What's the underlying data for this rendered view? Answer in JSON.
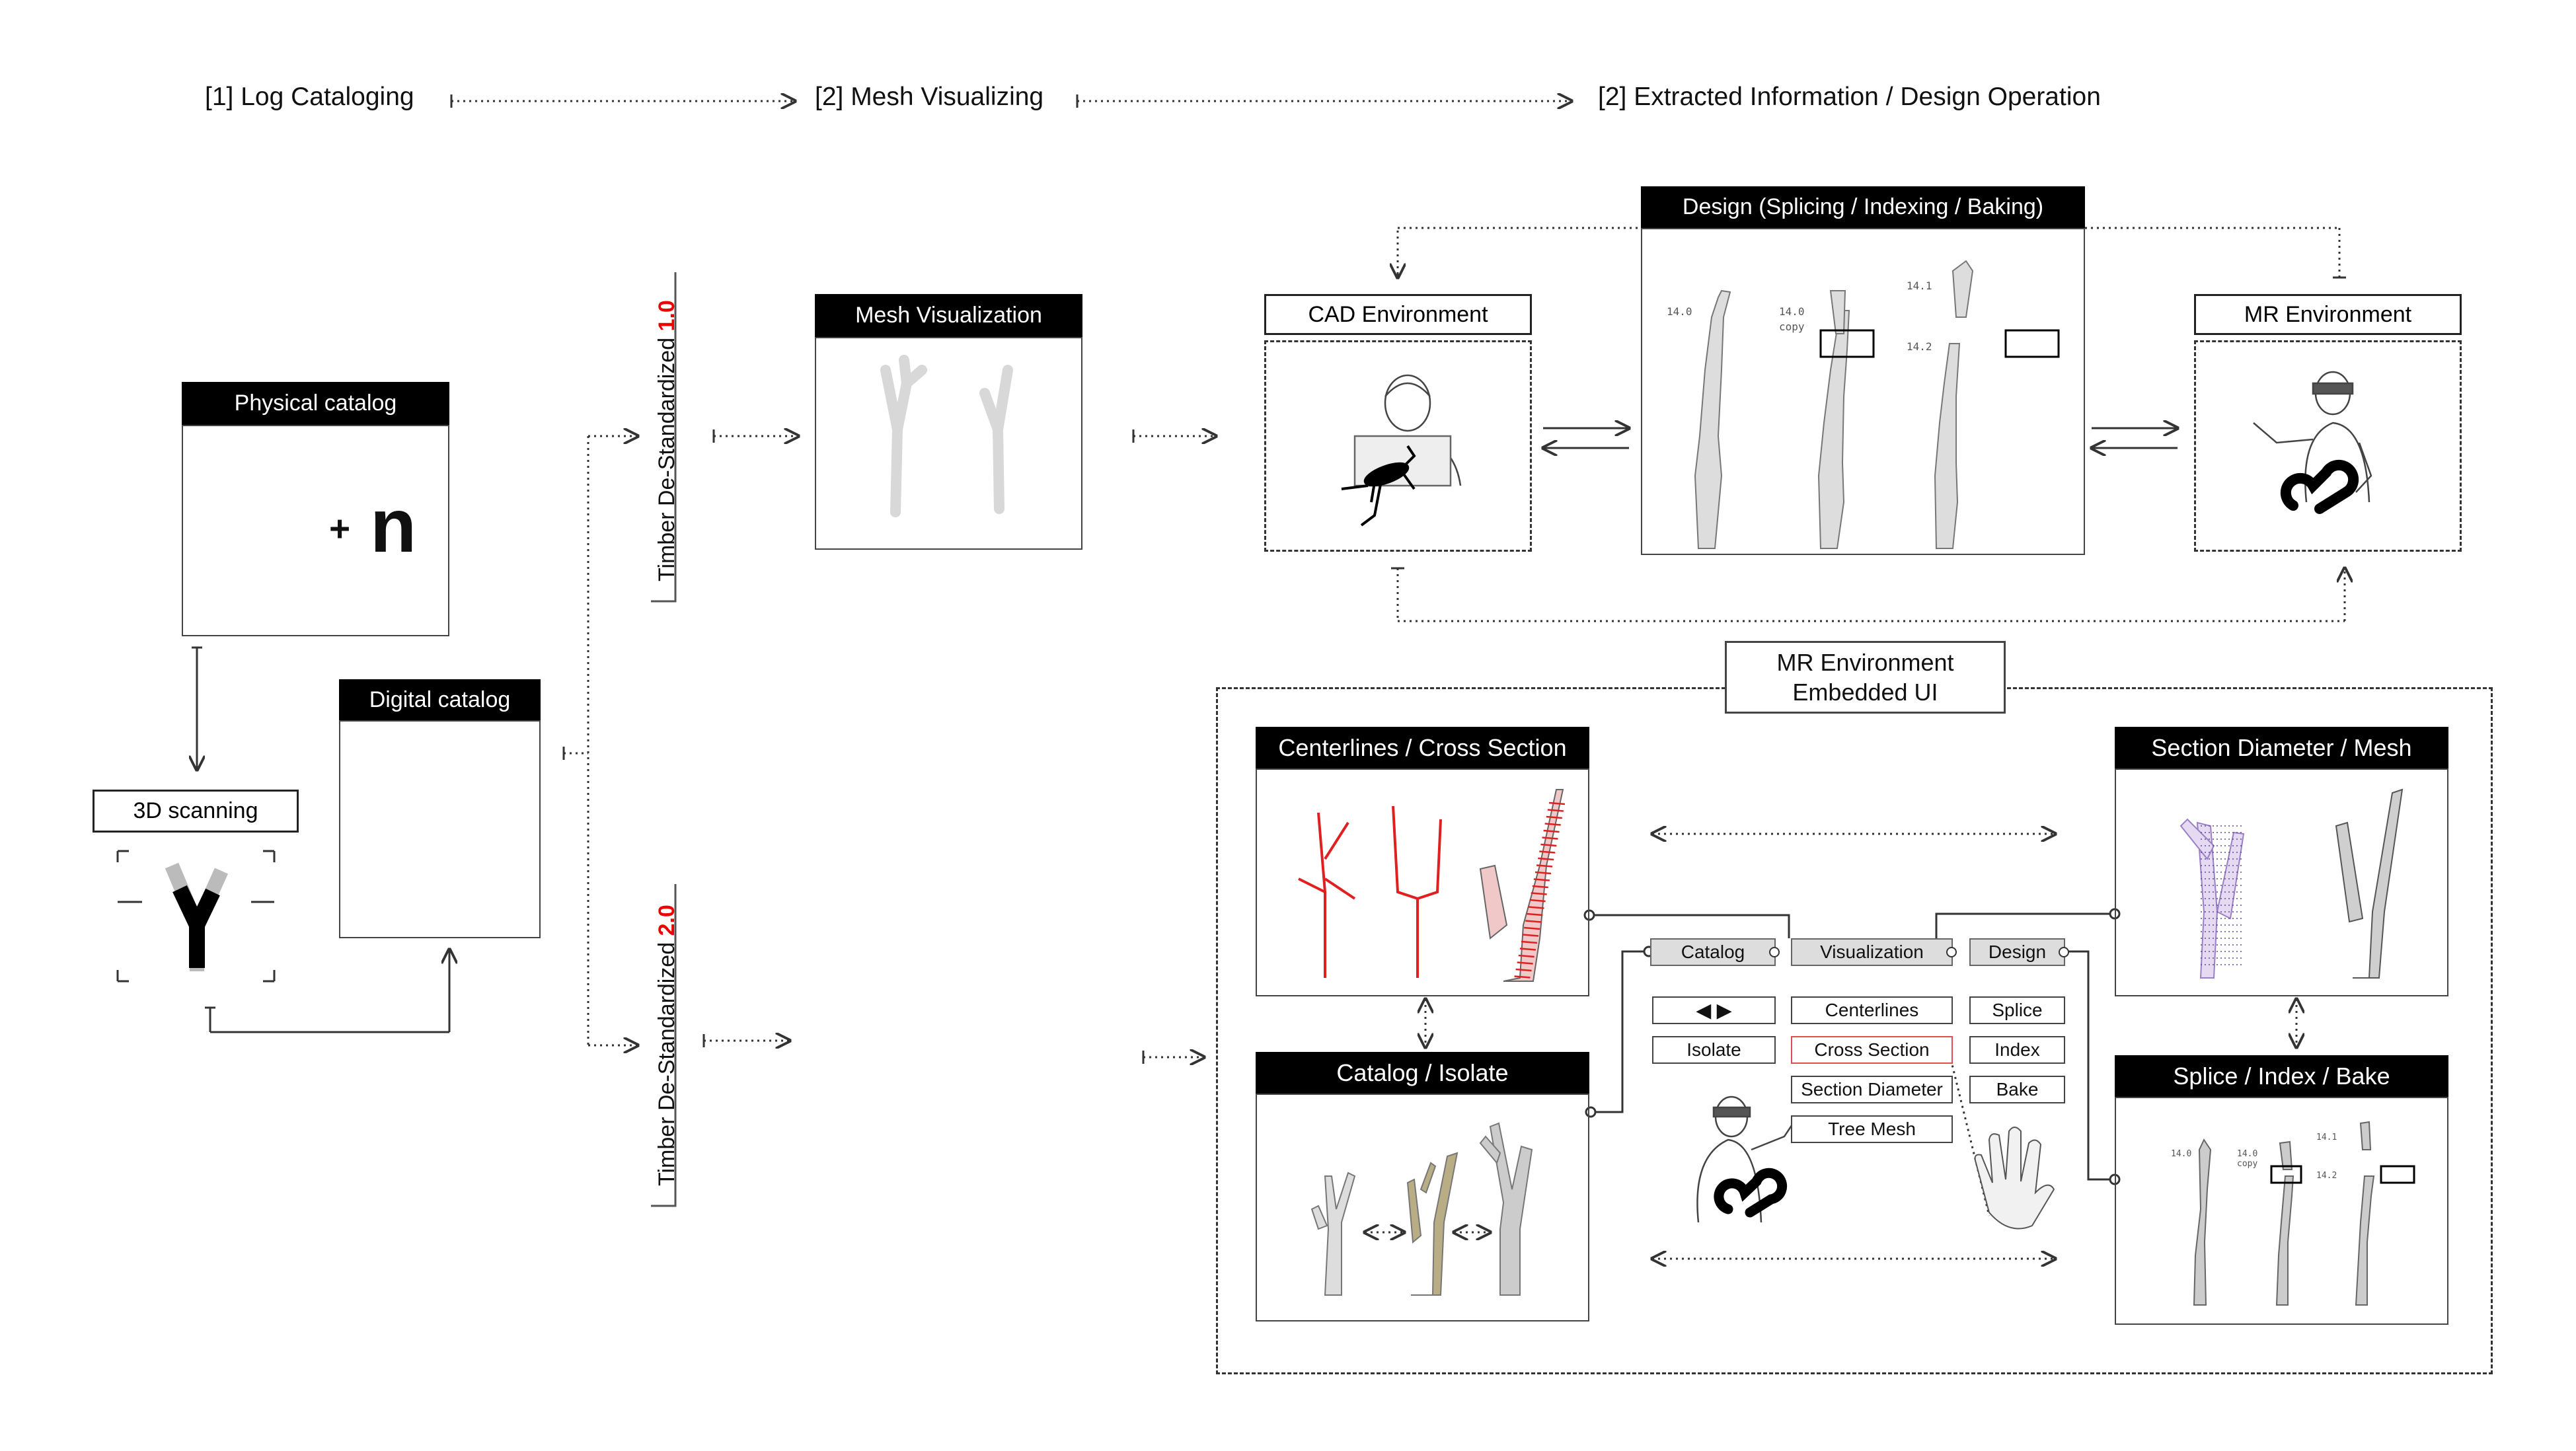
{
  "stages": {
    "s1": "[1] Log Cataloging",
    "s2": "[2] Mesh Visualizing",
    "s3": "[2] Extracted Information / Design Operation"
  },
  "catalog": {
    "physical": "Physical catalog",
    "plus": "+",
    "n": "n",
    "digital": "Digital catalog",
    "scanning": "3D scanning"
  },
  "versions": {
    "v1_text": "Timber De-Standardized ",
    "v1_num": "1.0",
    "v2_text": "Timber De-Standardized ",
    "v2_num": "2.0"
  },
  "mesh": {
    "title": "Mesh Visualization"
  },
  "cad": {
    "title": "CAD Environment"
  },
  "design": {
    "title": "Design (Splicing / Indexing / Baking)",
    "labels": {
      "a": "14.0",
      "b": "14.0",
      "copy": "copy",
      "c": "14.1",
      "d": "14.2"
    }
  },
  "mr": {
    "title": "MR Environment"
  },
  "mr_ui": {
    "title_line1": "MR Environment",
    "title_line2": "Embedded UI",
    "centerlines_cross": "Centerlines / Cross Section",
    "section_diameter_mesh": "Section Diameter / Mesh",
    "catalog_isolate": "Catalog / Isolate",
    "splice_index_bake": "Splice / Index / Bake",
    "tabs": {
      "catalog": "Catalog",
      "visualization": "Visualization",
      "design": "Design"
    },
    "buttons": {
      "arrows": "◀  ▶",
      "isolate": "Isolate",
      "centerlines": "Centerlines",
      "cross_section": "Cross Section",
      "section_diameter": "Section Diameter",
      "tree_mesh": "Tree Mesh",
      "splice": "Splice",
      "index": "Index",
      "bake": "Bake"
    },
    "sib_labels": {
      "a": "14.0",
      "b": "14.0",
      "copy": "copy",
      "c": "14.1",
      "d": "14.2"
    }
  },
  "colors": {
    "accent_red": "#e00000",
    "centerline_red": "#e02020",
    "header_black": "#000000",
    "tab_grey": "#dddddd",
    "mesh_grey": "#c8c8c8",
    "wood_tan": "#b8ad85",
    "purple_mesh": "#9a7fc4"
  }
}
